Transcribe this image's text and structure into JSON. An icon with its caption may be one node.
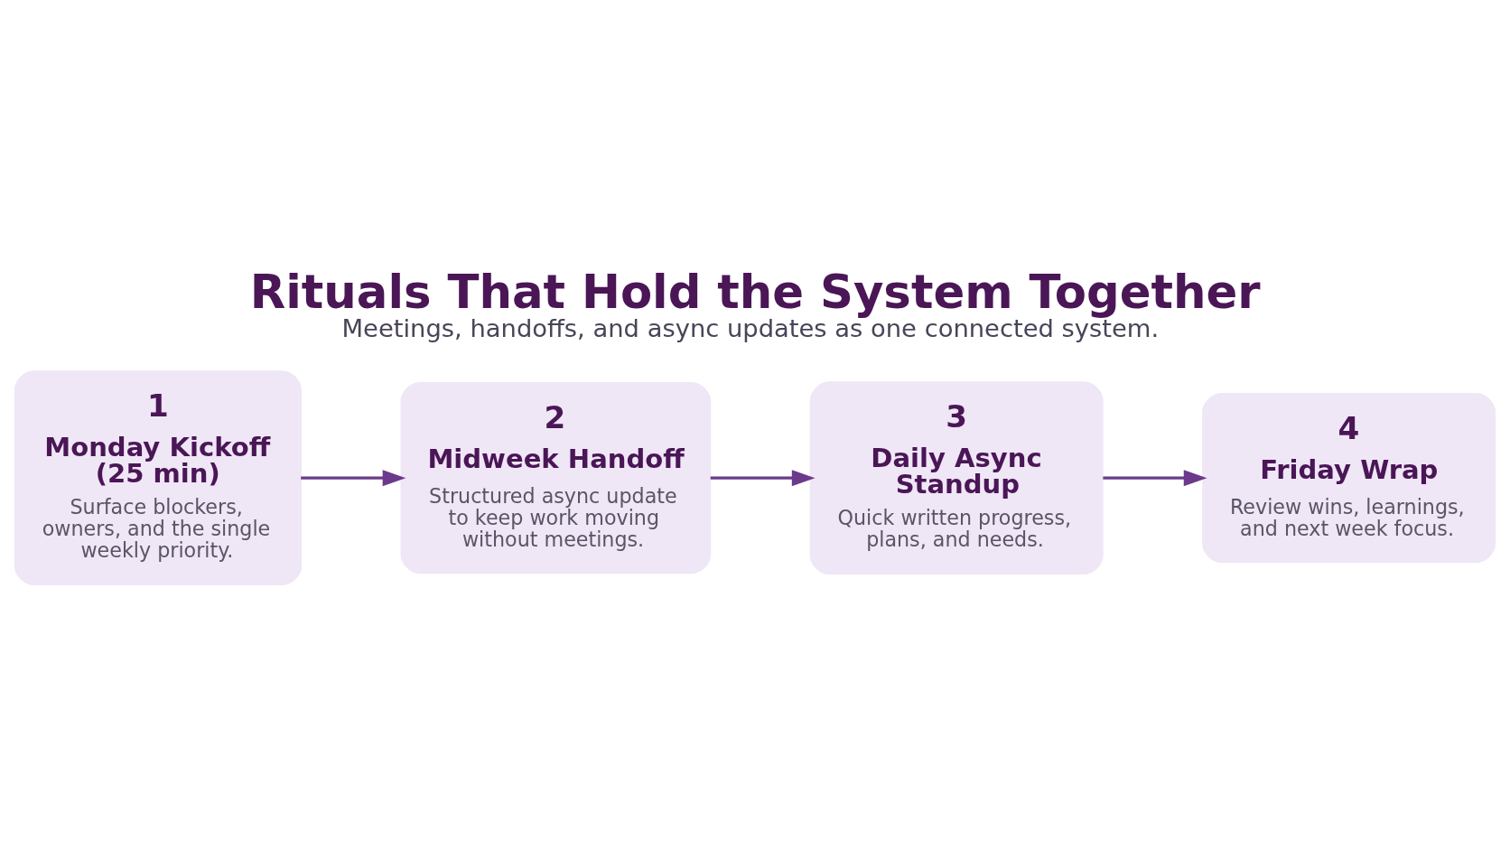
{
  "diagram": {
    "title": "Rituals That Hold the System Together",
    "caption": "Meetings, handoffs, and async updates as one connected system.",
    "nodes": [
      {
        "text": [
          "1",
          "Monday Kickoff (25 min)",
          "Surface blockers, owners, and the single weekly priority."
        ]
      },
      {
        "text": [
          "2",
          "Midweek Handoff",
          "Structured async update to keep work moving without meetings."
        ]
      },
      {
        "text": [
          "3",
          "Daily Async Standup",
          "Quick written progress, plans, and needs."
        ]
      },
      {
        "text": [
          "4",
          "Friday Wrap",
          "Review wins, learnings, and next week focus."
        ]
      }
    ],
    "edges": [
      {
        "from": 0,
        "to": 1,
        "arrow": "to"
      },
      {
        "from": 1,
        "to": 2,
        "arrow": "to"
      },
      {
        "from": 2,
        "to": 3,
        "arrow": "to"
      }
    ]
  }
}
